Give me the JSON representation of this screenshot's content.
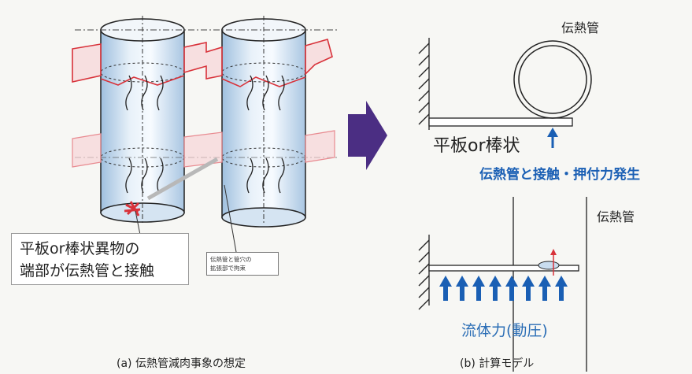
{
  "left_panel": {
    "callout_line1": "平板or棒状異物の",
    "callout_line2": "端部が伝熱管と接触",
    "note_line1": "伝熱管と管穴の",
    "note_line2": "拡張部で拘束",
    "caption": "(a) 伝熱管減肉事象の想定"
  },
  "right_panel": {
    "top_tube_label": "伝熱管",
    "plate_label": "平板or棒状",
    "contact_label": "伝熱管と接触・押付力発生",
    "bottom_tube_label": "伝熱管",
    "fluid_force_label": "流体力(動圧)",
    "caption": "(b) 計算モデル"
  },
  "colors": {
    "tube_blue": "#c9ddef",
    "red": "#d8323a",
    "arrow_blue": "#1a5fb4",
    "big_arrow": "#4b2e83"
  }
}
